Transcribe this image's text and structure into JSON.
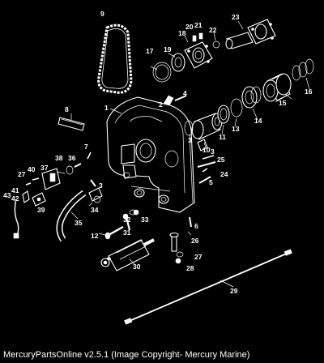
{
  "footer": {
    "caption": "MercuryPartsOnline v2.5.1 (Image Copyright- Mercury Marine)"
  },
  "callouts": [
    {
      "id": "c1",
      "text": "1"
    },
    {
      "id": "c2",
      "text": "2"
    },
    {
      "id": "c3",
      "text": "3"
    },
    {
      "id": "c3b",
      "text": "3"
    },
    {
      "id": "c3c",
      "text": "3"
    },
    {
      "id": "c4",
      "text": "4"
    },
    {
      "id": "c5",
      "text": "5"
    },
    {
      "id": "c6",
      "text": "6"
    },
    {
      "id": "c7",
      "text": "7"
    },
    {
      "id": "c8",
      "text": "8"
    },
    {
      "id": "c9",
      "text": "9"
    },
    {
      "id": "c10",
      "text": "10"
    },
    {
      "id": "c11",
      "text": "11"
    },
    {
      "id": "c12",
      "text": "12"
    },
    {
      "id": "c13",
      "text": "13"
    },
    {
      "id": "c14",
      "text": "14"
    },
    {
      "id": "c15",
      "text": "15"
    },
    {
      "id": "c16",
      "text": "16"
    },
    {
      "id": "c17",
      "text": "17"
    },
    {
      "id": "c18",
      "text": "18"
    },
    {
      "id": "c19",
      "text": "19"
    },
    {
      "id": "c20",
      "text": "20"
    },
    {
      "id": "c21",
      "text": "21"
    },
    {
      "id": "c22",
      "text": "22"
    },
    {
      "id": "c23",
      "text": "23"
    },
    {
      "id": "c24",
      "text": "24"
    },
    {
      "id": "c25",
      "text": "25"
    },
    {
      "id": "c26",
      "text": "26"
    },
    {
      "id": "c27",
      "text": "27"
    },
    {
      "id": "c27b",
      "text": "27"
    },
    {
      "id": "c28",
      "text": "28"
    },
    {
      "id": "c29",
      "text": "29"
    },
    {
      "id": "c30",
      "text": "30"
    },
    {
      "id": "c31",
      "text": "31"
    },
    {
      "id": "c32",
      "text": "32"
    },
    {
      "id": "c33",
      "text": "33"
    },
    {
      "id": "c34",
      "text": "34"
    },
    {
      "id": "c35",
      "text": "35"
    },
    {
      "id": "c36",
      "text": "36"
    },
    {
      "id": "c37",
      "text": "37"
    },
    {
      "id": "c38",
      "text": "38"
    },
    {
      "id": "c39",
      "text": "39"
    },
    {
      "id": "c40",
      "text": "40"
    },
    {
      "id": "c41",
      "text": "41"
    },
    {
      "id": "c42",
      "text": "42"
    },
    {
      "id": "c43",
      "text": "43"
    }
  ]
}
